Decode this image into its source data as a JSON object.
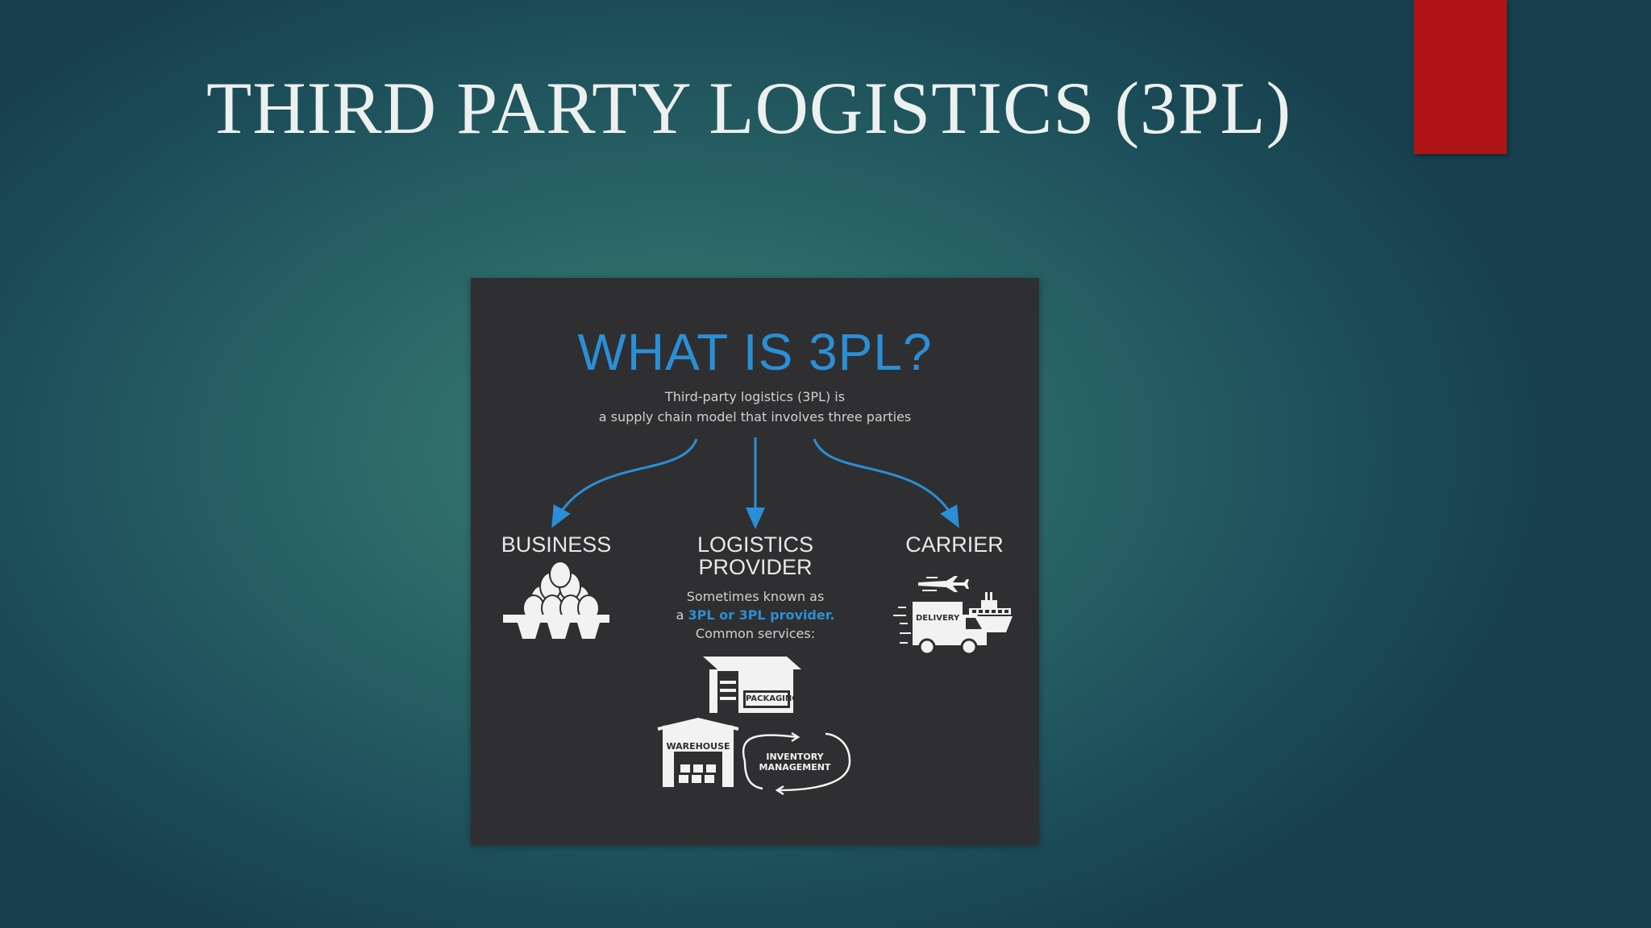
{
  "slide": {
    "title": "THIRD PARTY LOGISTICS (3PL)",
    "accent_color": "#b01418"
  },
  "infographic": {
    "headline": "WHAT IS 3PL?",
    "intro_line1": "Third-party logistics (3PL) is",
    "intro_line2": "a supply chain model that involves three parties",
    "business": {
      "title": "BUSINESS",
      "icon": "egg-carton-icon"
    },
    "provider": {
      "title_line1": "LOGISTICS",
      "title_line2": "PROVIDER",
      "desc_line1": "Sometimes known as",
      "desc_prefix": "a ",
      "desc_highlight": "3PL or 3PL provider.",
      "desc_line3": "Common services:"
    },
    "carrier": {
      "title": "CARRIER",
      "icon": "delivery-truck-icon",
      "truck_label": "DELIVERY"
    },
    "services": {
      "packaging": "PACKAGING",
      "warehouse": "WAREHOUSE",
      "inventory_line1": "INVENTORY",
      "inventory_line2": "MANAGEMENT"
    },
    "colors": {
      "accent_blue": "#2a8fd6",
      "panel": "#2f2f31"
    }
  }
}
